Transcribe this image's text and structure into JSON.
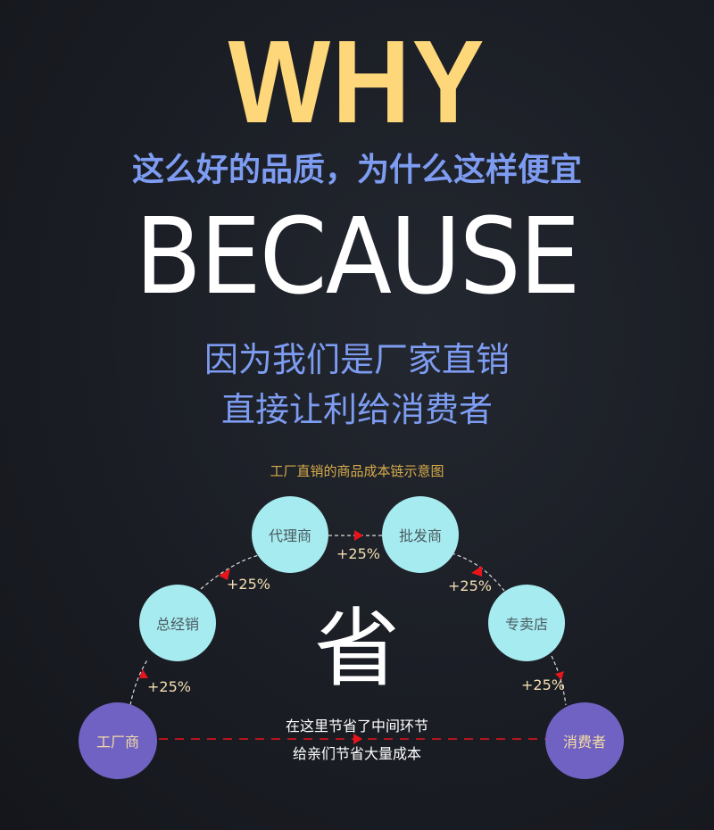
{
  "header": {
    "why": "WHY",
    "question": "这么好的品质，为什么这样便宜",
    "because": "BECAUSE",
    "reason_line1": "因为我们是厂家直销",
    "reason_line2": "直接让利给消费者"
  },
  "diagram": {
    "title": "工厂直销的商品成本链示意图",
    "center_char": "省",
    "nodes": [
      {
        "id": "factory",
        "label": "工厂商"
      },
      {
        "id": "general-distributor",
        "label": "总经销"
      },
      {
        "id": "agent",
        "label": "代理商"
      },
      {
        "id": "wholesaler",
        "label": "批发商"
      },
      {
        "id": "specialty-store",
        "label": "专卖店"
      },
      {
        "id": "consumer",
        "label": "消费者"
      }
    ],
    "markups": [
      "+25%",
      "+25%",
      "+25%",
      "+25%",
      "+25%"
    ],
    "note_line1": "在这里节省了中间环节",
    "note_line2": "给亲们节省大量成本"
  },
  "colors": {
    "background": "#1a1d24",
    "why": "#fdd779",
    "accent_blue": "#7d9cf2",
    "title_gold": "#d6ab4a",
    "node_cyan": "#a6ebef",
    "node_purple": "#7062c2",
    "arrow_red": "#e8141b"
  }
}
